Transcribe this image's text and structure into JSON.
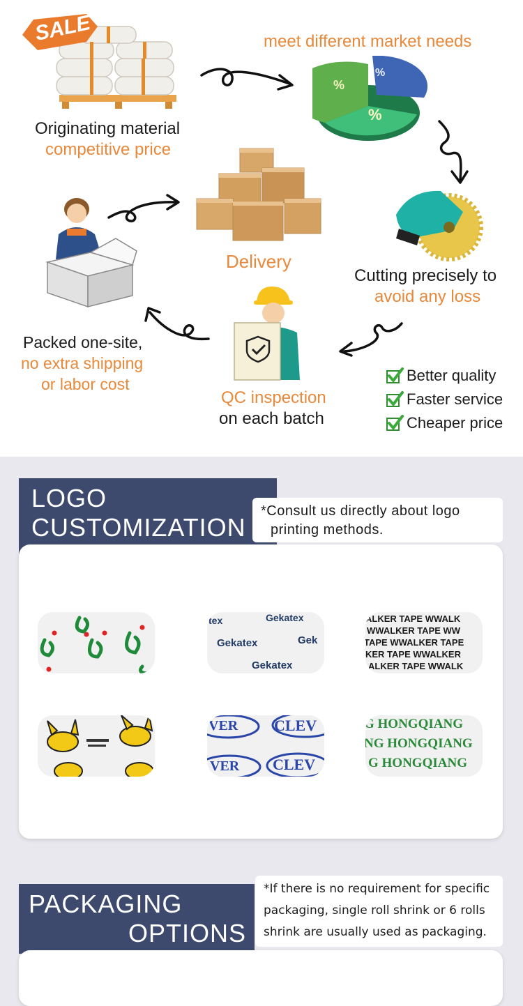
{
  "process": {
    "sale_badge": "SALE",
    "top_right_text": "meet different market needs",
    "pie_labels": [
      "%",
      "%",
      "%"
    ],
    "originating": {
      "line1": "Originating material",
      "line2": "competitive price"
    },
    "delivery": "Delivery",
    "cutting": {
      "line1": "Cutting precisely to",
      "line2": "avoid any loss"
    },
    "packed": {
      "line1": "Packed one-site,",
      "line2": "no extra shipping",
      "line3": "or labor cost"
    },
    "qc": {
      "line1": "QC inspection",
      "line2": "on each batch"
    },
    "checks": [
      "Better quality",
      "Faster service",
      "Cheaper price"
    ]
  },
  "logo": {
    "title_line1": "LOGO",
    "title_line2": "CUSTOMIZATION",
    "note_line1": "*Consult us directly about logo",
    "note_line2": "printing methods.",
    "samples": {
      "s2": {
        "a": "tex",
        "b": "Gekatex",
        "c": "Gekatex",
        "d": "Gek",
        "e": "Gekatex"
      },
      "s3": {
        "rows": [
          "ALKER TAPE WWALK",
          "WWALKER TAPE WW",
          "TAPE WWALKER TAPE",
          "KER TAPE WWALKER",
          "ALKER TAPE WWALK"
        ]
      },
      "s5": {
        "a": "VER",
        "b": "CLEV",
        "c": "VER",
        "d": "CLEV"
      },
      "s6": {
        "rows": [
          "G HONGQIANG",
          "NG HONGQIANG",
          "G HONGQIANG"
        ]
      }
    }
  },
  "packaging": {
    "title_line1": "PACKAGING",
    "title_line2": "OPTIONS",
    "note_line1": "*If there is no requirement for specific",
    "note_line2": "packaging, single roll shrink or 6 rolls",
    "note_line3": "shrink are usually used as packaging."
  },
  "colors": {
    "accent_orange": "#e8883a",
    "banner_navy": "#3d4a6e",
    "check_green": "#3a9a3a"
  }
}
